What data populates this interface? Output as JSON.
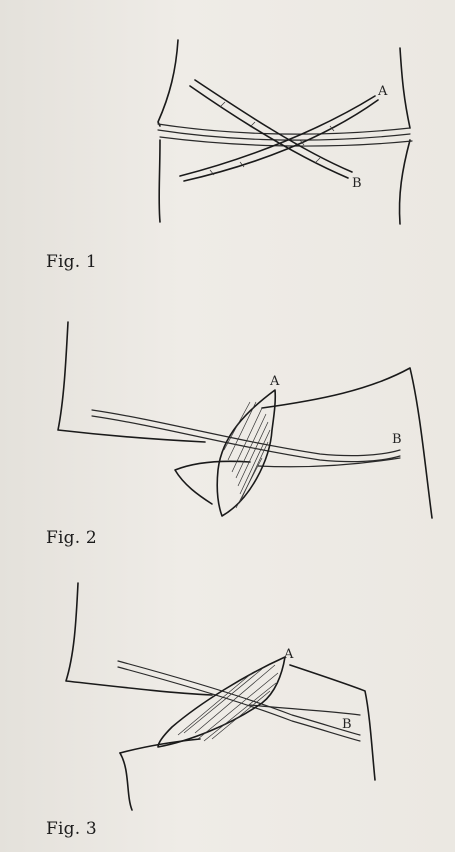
{
  "figures": [
    {
      "caption": "Fig. 1",
      "label_a": "A",
      "label_b": "B"
    },
    {
      "caption": "Fig. 2",
      "label_a": "A",
      "label_b": "B"
    },
    {
      "caption": "Fig. 3",
      "label_a": "A",
      "label_b": "B"
    }
  ]
}
